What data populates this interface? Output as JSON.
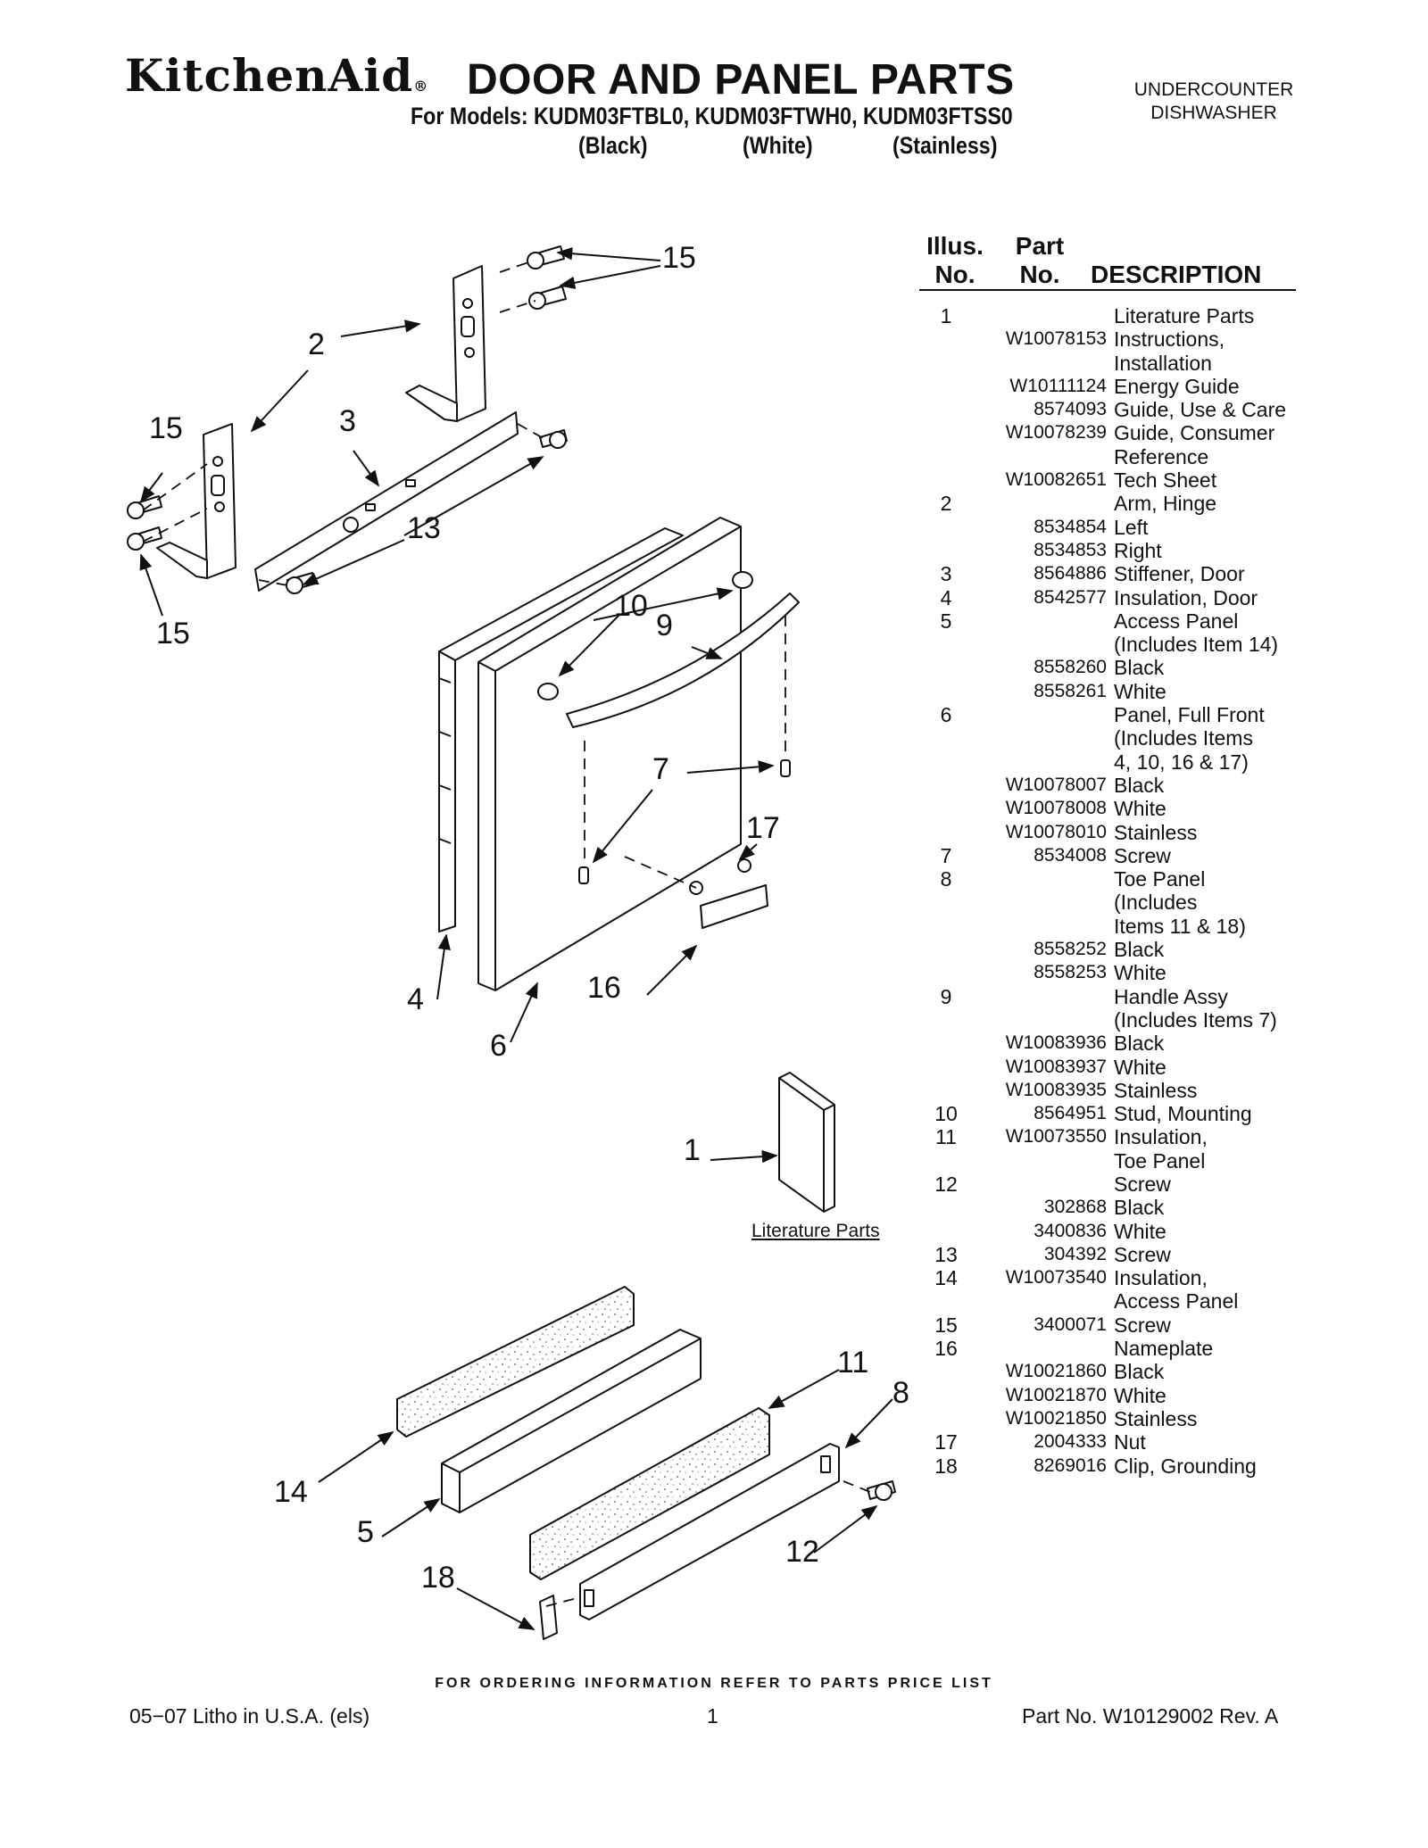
{
  "header": {
    "brand": "KitchenAid",
    "brand_mark": "®",
    "title": "DOOR AND PANEL PARTS",
    "models_line": "For Models: KUDM03FTBL0, KUDM03FTWH0, KUDM03FTSS0",
    "variants": [
      "(Black)",
      "(White)",
      "(Stainless)"
    ],
    "category_line1": "UNDERCOUNTER",
    "category_line2": "DISHWASHER"
  },
  "table": {
    "illus_header_1": "Illus.",
    "illus_header_2": "No.",
    "part_header_1": "Part",
    "part_header_2": "No.",
    "desc_header": "DESCRIPTION",
    "rows": [
      {
        "illus": "1",
        "part": "",
        "desc": "Literature Parts"
      },
      {
        "illus": "",
        "part": "W10078153",
        "desc": "Instructions,"
      },
      {
        "illus": "",
        "part": "",
        "desc": "Installation"
      },
      {
        "illus": "",
        "part": "W10111124",
        "desc": "Energy Guide"
      },
      {
        "illus": "",
        "part": "8574093",
        "desc": "Guide, Use & Care"
      },
      {
        "illus": "",
        "part": "W10078239",
        "desc": "Guide, Consumer"
      },
      {
        "illus": "",
        "part": "",
        "desc": "Reference"
      },
      {
        "illus": "",
        "part": "W10082651",
        "desc": "Tech Sheet"
      },
      {
        "illus": "2",
        "part": "",
        "desc": "Arm, Hinge"
      },
      {
        "illus": "",
        "part": "8534854",
        "desc": "Left"
      },
      {
        "illus": "",
        "part": "8534853",
        "desc": "Right"
      },
      {
        "illus": "3",
        "part": "8564886",
        "desc": "Stiffener, Door"
      },
      {
        "illus": "4",
        "part": "8542577",
        "desc": "Insulation, Door"
      },
      {
        "illus": "5",
        "part": "",
        "desc": "Access Panel"
      },
      {
        "illus": "",
        "part": "",
        "desc": "(Includes Item 14)"
      },
      {
        "illus": "",
        "part": "8558260",
        "desc": "Black"
      },
      {
        "illus": "",
        "part": "8558261",
        "desc": "White"
      },
      {
        "illus": "6",
        "part": "",
        "desc": "Panel, Full Front"
      },
      {
        "illus": "",
        "part": "",
        "desc": "(Includes Items"
      },
      {
        "illus": "",
        "part": "",
        "desc": "4, 10, 16 & 17)"
      },
      {
        "illus": "",
        "part": "W10078007",
        "desc": "Black"
      },
      {
        "illus": "",
        "part": "W10078008",
        "desc": "White"
      },
      {
        "illus": "",
        "part": "W10078010",
        "desc": "Stainless"
      },
      {
        "illus": "7",
        "part": "8534008",
        "desc": "Screw"
      },
      {
        "illus": "8",
        "part": "",
        "desc": "Toe Panel"
      },
      {
        "illus": "",
        "part": "",
        "desc": "(Includes"
      },
      {
        "illus": "",
        "part": "",
        "desc": "Items 11 & 18)"
      },
      {
        "illus": "",
        "part": "8558252",
        "desc": "Black"
      },
      {
        "illus": "",
        "part": "8558253",
        "desc": "White"
      },
      {
        "illus": "9",
        "part": "",
        "desc": "Handle Assy"
      },
      {
        "illus": "",
        "part": "",
        "desc": "(Includes Items 7)"
      },
      {
        "illus": "",
        "part": "W10083936",
        "desc": "Black"
      },
      {
        "illus": "",
        "part": "W10083937",
        "desc": "White"
      },
      {
        "illus": "",
        "part": "W10083935",
        "desc": "Stainless"
      },
      {
        "illus": "10",
        "part": "8564951",
        "desc": "Stud, Mounting"
      },
      {
        "illus": "11",
        "part": "W10073550",
        "desc": "Insulation,"
      },
      {
        "illus": "",
        "part": "",
        "desc": "Toe Panel"
      },
      {
        "illus": "12",
        "part": "",
        "desc": "Screw"
      },
      {
        "illus": "",
        "part": "302868",
        "desc": "Black"
      },
      {
        "illus": "",
        "part": "3400836",
        "desc": "White"
      },
      {
        "illus": "13",
        "part": "304392",
        "desc": "Screw"
      },
      {
        "illus": "14",
        "part": "W10073540",
        "desc": "Insulation,"
      },
      {
        "illus": "",
        "part": "",
        "desc": "Access Panel"
      },
      {
        "illus": "15",
        "part": "3400071",
        "desc": "Screw"
      },
      {
        "illus": "16",
        "part": "",
        "desc": "Nameplate"
      },
      {
        "illus": "",
        "part": "W10021860",
        "desc": "Black"
      },
      {
        "illus": "",
        "part": "W10021870",
        "desc": "White"
      },
      {
        "illus": "",
        "part": "W10021850",
        "desc": "Stainless"
      },
      {
        "illus": "17",
        "part": "2004333",
        "desc": "Nut"
      },
      {
        "illus": "18",
        "part": "8269016",
        "desc": "Clip, Grounding"
      }
    ]
  },
  "diagram": {
    "callouts": {
      "c1": "1",
      "c2": "2",
      "c3": "3",
      "c4": "4",
      "c5": "5",
      "c6": "6",
      "c7": "7",
      "c8": "8",
      "c9": "9",
      "c10": "10",
      "c11": "11",
      "c12": "12",
      "c13": "13",
      "c14": "14",
      "c15a": "15",
      "c15b": "15",
      "c15c": "15",
      "c16": "16",
      "c17": "17",
      "c18": "18"
    },
    "literature_label": "Literature Parts"
  },
  "footer": {
    "ordering_note": "FOR ORDERING INFORMATION REFER TO PARTS PRICE LIST",
    "litho": "05−07 Litho in U.S.A. (els)",
    "page_number": "1",
    "part_number": "Part No. W10129002 Rev. A"
  }
}
